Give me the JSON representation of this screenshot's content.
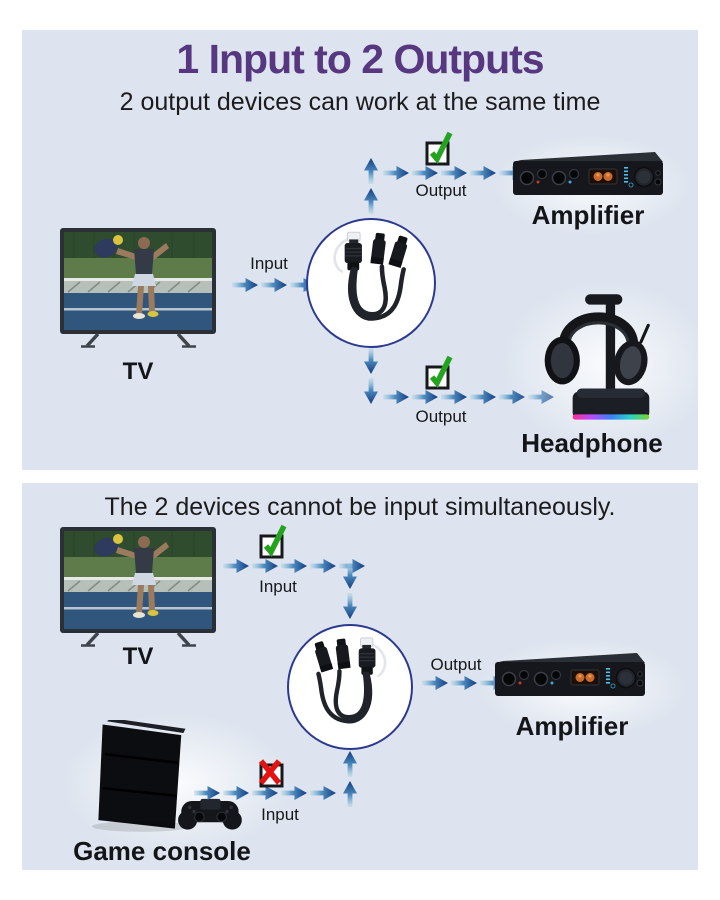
{
  "panel_top": {
    "title": "1 Input to 2 Outputs",
    "subtitle": "2 output devices can work at the same time",
    "tv_label": "TV",
    "input_label": "Input",
    "output_top_label": "Output",
    "amplifier_label": "Amplifier",
    "output_bottom_label": "Output",
    "headphone_label": "Headphone"
  },
  "panel_bottom": {
    "title": "The 2 devices cannot be input simultaneously.",
    "tv_label": "TV",
    "tv_input_label": "Input",
    "output_label": "Output",
    "amplifier_label": "Amplifier",
    "console_label": "Game console",
    "console_input_label": "Input"
  },
  "icons": {
    "check": "✓",
    "cross": "✗"
  },
  "colors": {
    "panel_bg": "#dde4ef",
    "title_purple": "#57377f",
    "arrow_dark": "#123d80",
    "arrow_light": "#b3d6e7",
    "check_green": "#24a31f",
    "cross_red": "#e51212",
    "circle_border": "#2b3a90",
    "text_dark": "#17181b"
  }
}
